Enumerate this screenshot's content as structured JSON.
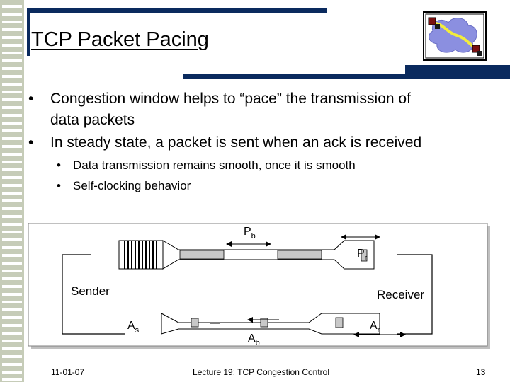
{
  "slide": {
    "title": "TCP Packet Pacing",
    "bullets": [
      "Congestion window helps to “pace” the transmission of",
      "data packets",
      "In steady state, a packet is sent when an ack is received"
    ],
    "sub_bullets": [
      "Data transmission remains smooth, once it is smooth",
      "Self-clocking behavior"
    ]
  },
  "diagram": {
    "sender": "Sender",
    "receiver": "Receiver",
    "pb": {
      "main": "P",
      "sub": "b"
    },
    "pr": {
      "main": "P",
      "sub": "r"
    },
    "as": {
      "main": "A",
      "sub": "s"
    },
    "ab": {
      "main": "A",
      "sub": "b"
    },
    "ar": {
      "main": "A",
      "sub": "r"
    }
  },
  "footer": {
    "date": "11-01-07",
    "lecture": "Lecture 19: TCP Congestion Control",
    "page": "13"
  },
  "colors": {
    "accent_bar": "#0a2a5e",
    "ladder": "#c6ccb8",
    "logo_cloud": "#8b8fe0",
    "logo_path": "#f2ec3c"
  }
}
